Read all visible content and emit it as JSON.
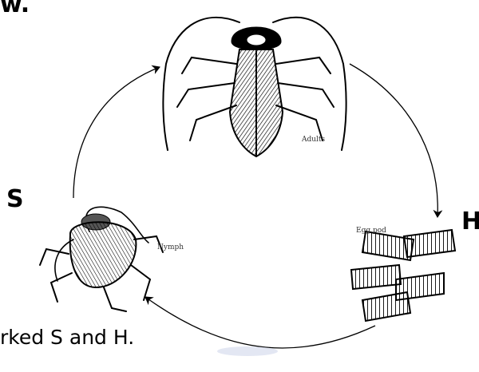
{
  "fragments": {
    "top": "w.",
    "bottom": "rked S and H."
  },
  "markers": {
    "s": "S",
    "h": "H"
  },
  "stages": {
    "adult": "Adults",
    "nymph": "Nymph",
    "egg": "Egg pod"
  },
  "colors": {
    "ink": "#000000",
    "shadow": "#c8d0e8"
  }
}
